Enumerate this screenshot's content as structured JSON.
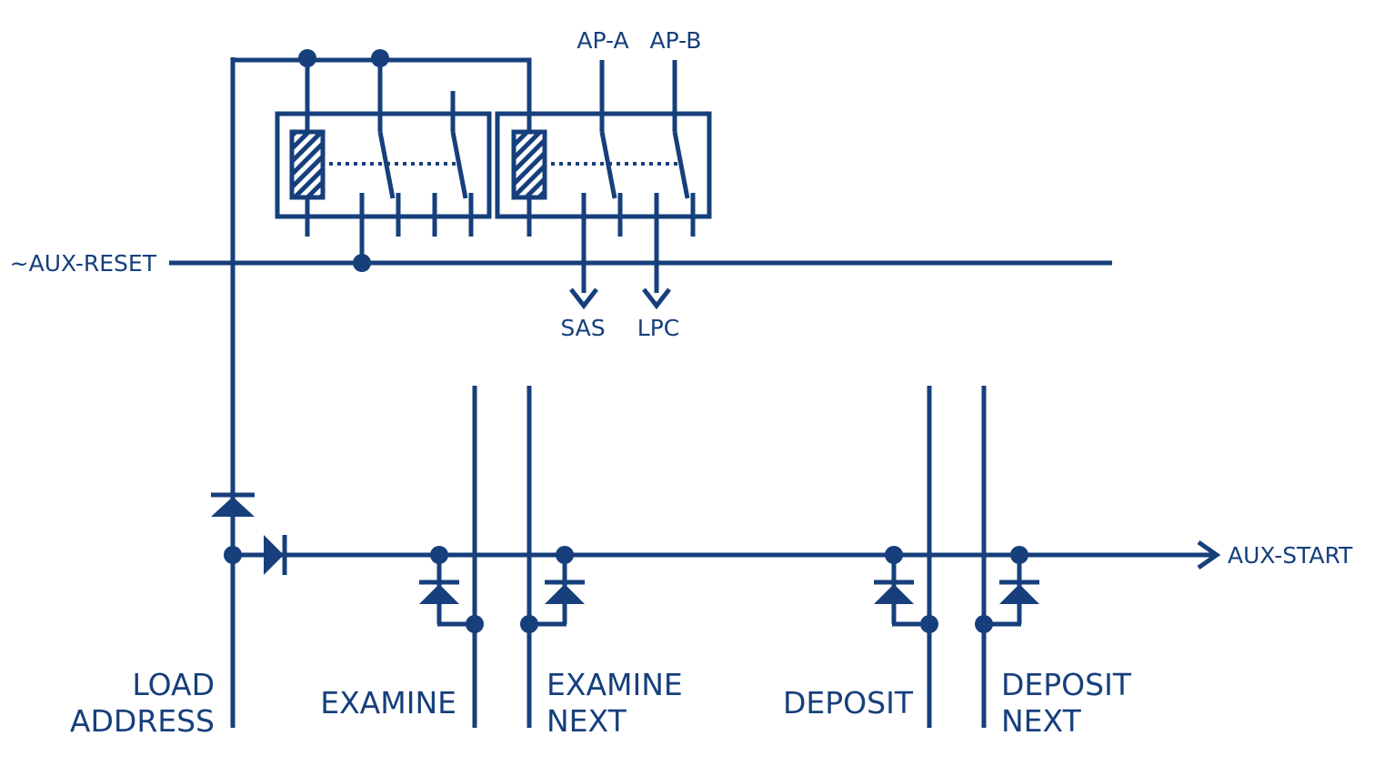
{
  "signals": {
    "ap_a": "AP-A",
    "ap_b": "AP-B",
    "aux_reset": "~AUX-RESET",
    "sas": "SAS",
    "lpc": "LPC",
    "aux_start": "AUX-START"
  },
  "switches": {
    "load_address": [
      "LOAD",
      "ADDRESS"
    ],
    "examine": [
      "EXAMINE"
    ],
    "examine_next": [
      "EXAMINE",
      "NEXT"
    ],
    "deposit": [
      "DEPOSIT"
    ],
    "deposit_next": [
      "DEPOSIT",
      "NEXT"
    ]
  },
  "colors": {
    "ink": "#163f7c",
    "background": "#ffffff"
  }
}
